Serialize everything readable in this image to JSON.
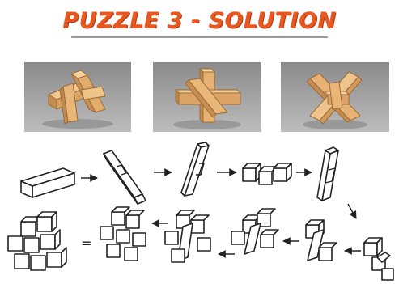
{
  "header": {
    "title": "PUZZLE 3 - SOLUTION"
  },
  "colors": {
    "title": "#e8571f",
    "title_shadow": "#b73a10",
    "rule": "#9a9a9a",
    "photo_background": "#a0a0a0",
    "wood": "#e2b27a",
    "line": "#222222"
  },
  "photos": [
    {
      "subject": "assembled burr puzzle (view 1)"
    },
    {
      "subject": "assembled burr puzzle (view 2)"
    },
    {
      "subject": "assembled burr puzzle (view 3)"
    }
  ],
  "diagram": {
    "icons": [
      "stick-piece-icon",
      "notched-piece-icon",
      "arrow-right-icon",
      "arrow-left-icon",
      "arrow-down-icon"
    ],
    "equals_label": "="
  }
}
